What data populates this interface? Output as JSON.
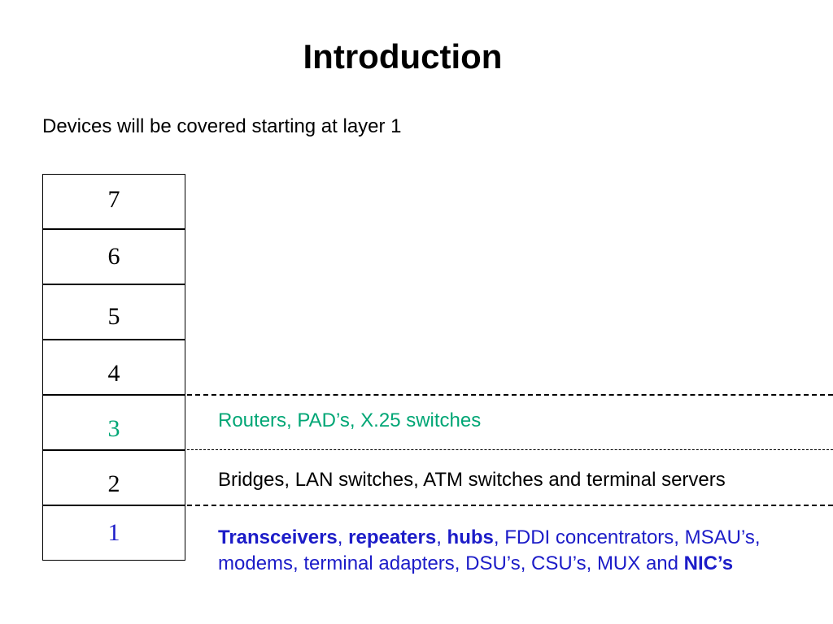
{
  "slide": {
    "title": "Introduction",
    "subtitle": "Devices will be covered starting at layer 1"
  },
  "layers": [
    "7",
    "6",
    "5",
    "4",
    "3",
    "2",
    "1"
  ],
  "colors": {
    "layer3": "#00a675",
    "layer1": "#1c1cc8",
    "text": "#000000"
  },
  "descriptions": {
    "layer3": "Routers, PAD’s, X.25 switches",
    "layer2": "Bridges, LAN switches, ATM switches and terminal servers",
    "layer1": {
      "transceivers": "Transceivers",
      "sep1": ", ",
      "repeaters": "repeaters",
      "sep2": ", ",
      "hubs": "hubs",
      "middle": ", FDDI concentrators, MSAU’s, modems, terminal adapters, DSU’s, CSU’s, MUX and ",
      "nics": "NIC’s"
    }
  }
}
